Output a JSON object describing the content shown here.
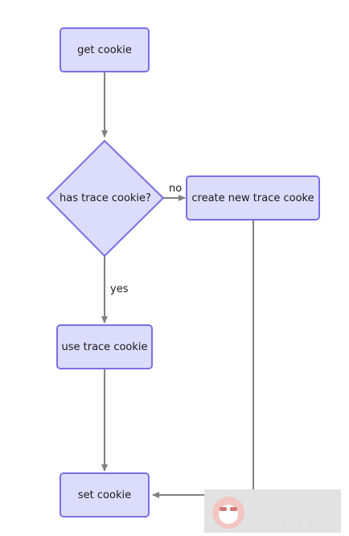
{
  "nodes": {
    "get_cookie": "get cookie",
    "has_trace_cookie": "has trace cookie?",
    "create_new_trace_cookie": "create new trace cooke",
    "use_trace_cookie": "use trace cookie",
    "set_cookie": "set cookie"
  },
  "edges": {
    "no_label": "no",
    "yes_label": "yes"
  },
  "colors": {
    "node_fill": "#dcdcfc",
    "node_stroke": "#7a70e6",
    "edge": "#808080"
  }
}
